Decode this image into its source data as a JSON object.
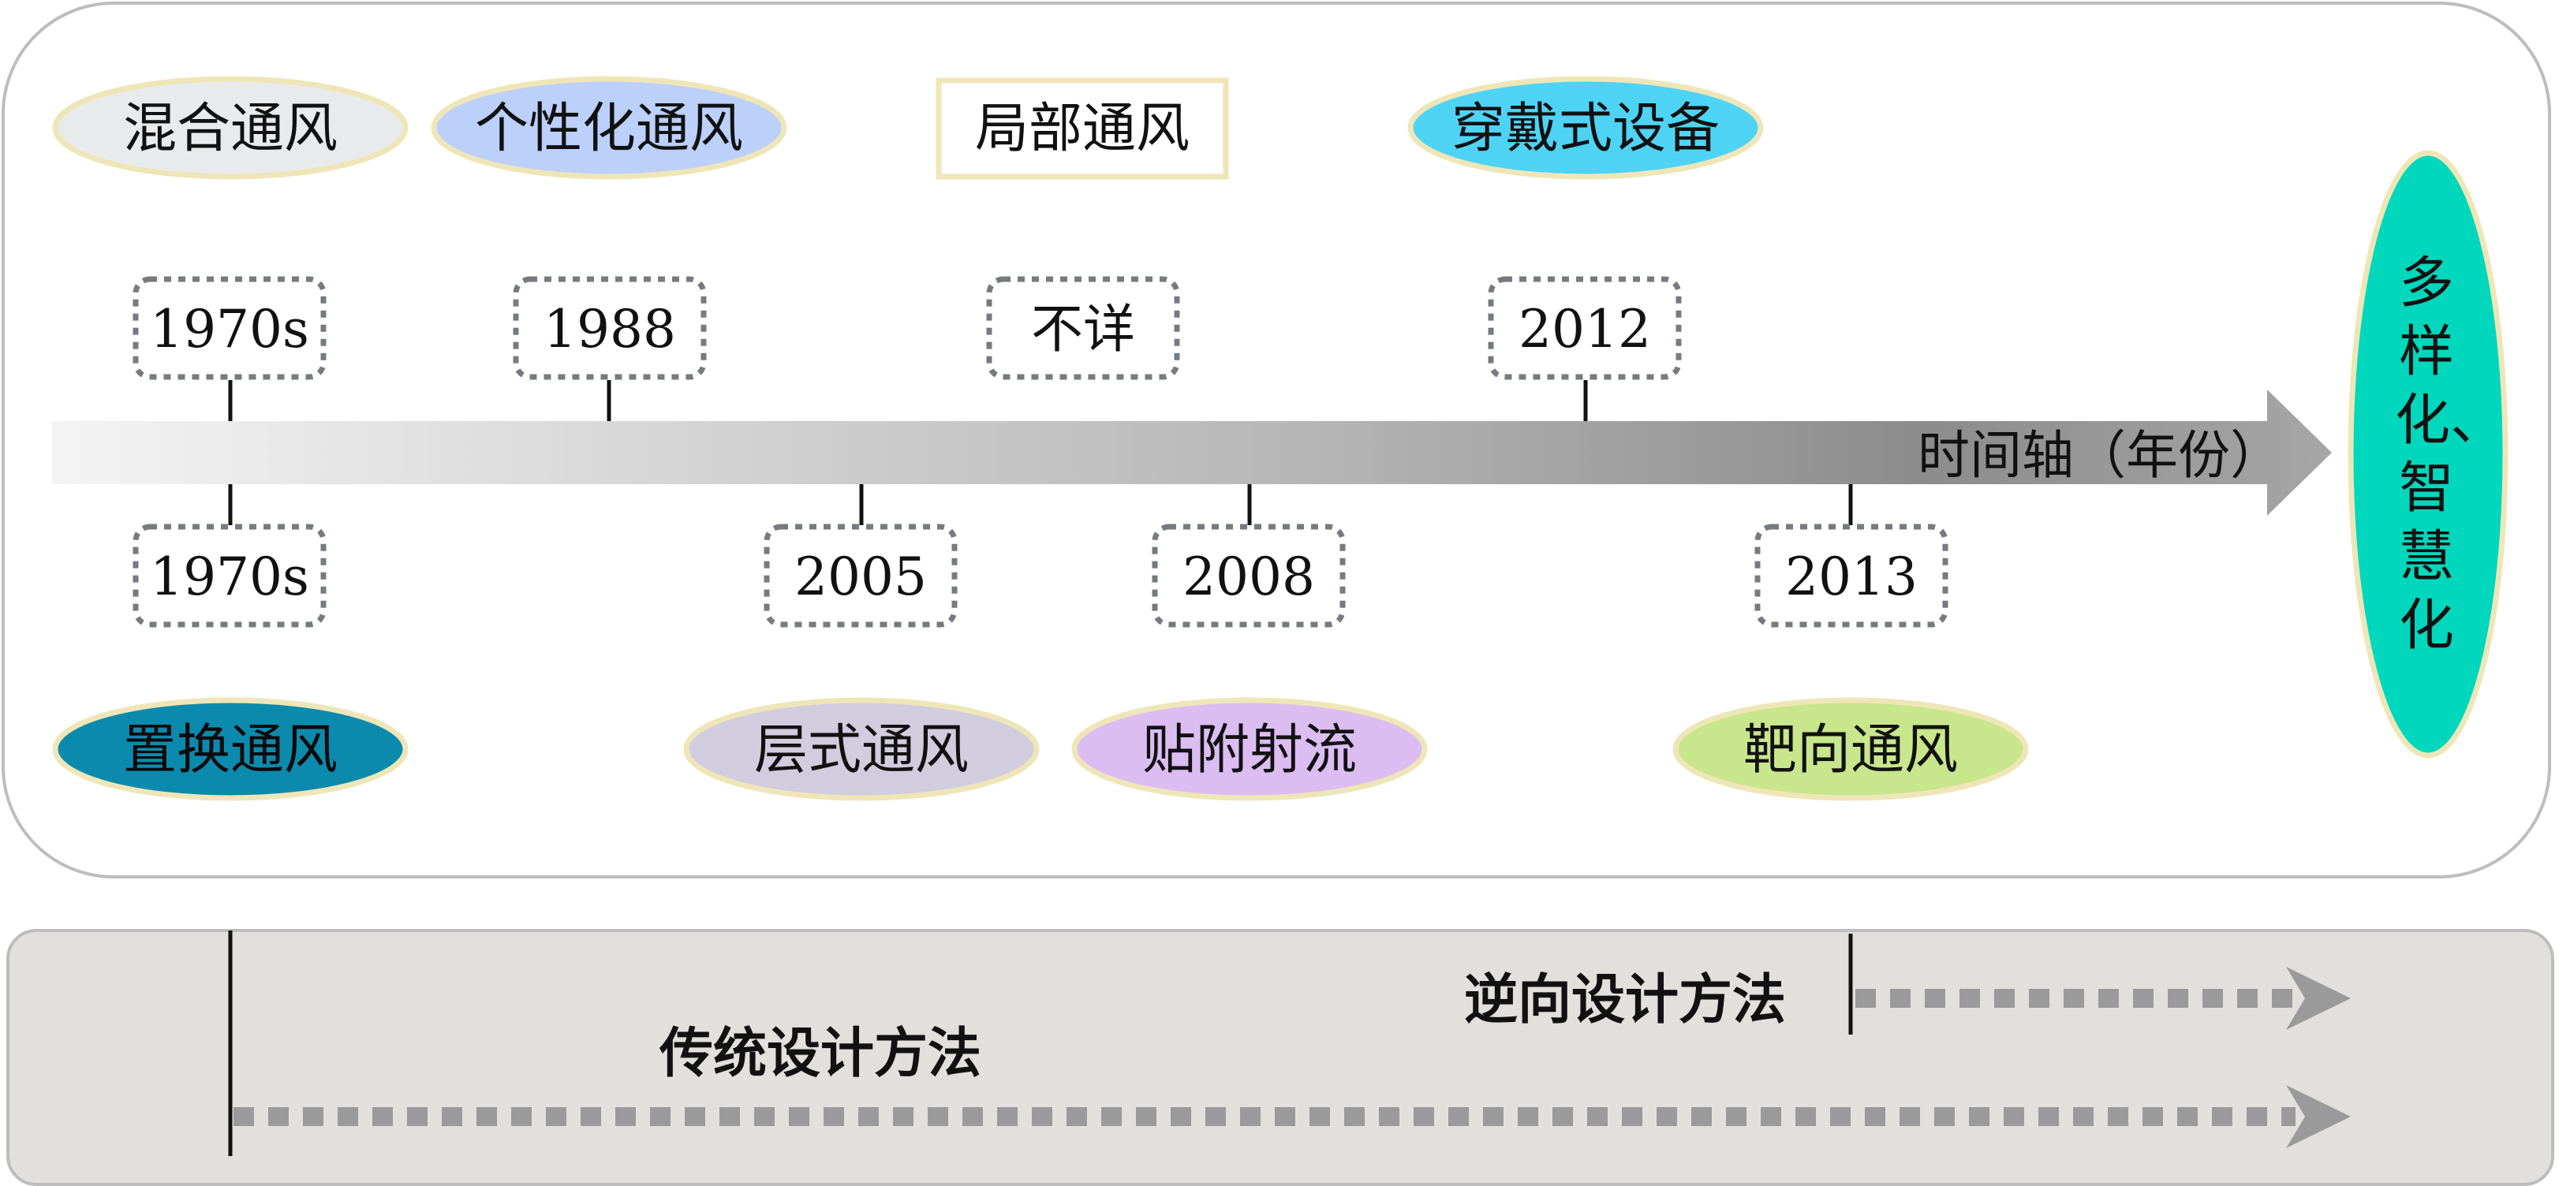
{
  "axis_label": "时间轴（年份）",
  "final_label": "多样化、智慧化",
  "top_events": [
    {
      "year": "1970s",
      "type": "混合通风",
      "shape": "ellipse",
      "fill": "#E9EAEC"
    },
    {
      "year": "1988",
      "type": "个性化通风",
      "shape": "ellipse",
      "fill": "#BBD0FA"
    },
    {
      "year": "不详",
      "type": "局部通风",
      "shape": "rect",
      "fill": "#FFFFFF"
    },
    {
      "year": "2012",
      "type": "穿戴式设备",
      "shape": "ellipse",
      "fill": "#4FD3F5"
    }
  ],
  "bottom_events": [
    {
      "year": "1970s",
      "type": "置换通风",
      "shape": "ellipse",
      "fill": "#0C8AAD"
    },
    {
      "year": "2005",
      "type": "层式通风",
      "shape": "ellipse",
      "fill": "#D2CCDF"
    },
    {
      "year": "2008",
      "type": "贴附射流",
      "shape": "ellipse",
      "fill": "#DBBDF2"
    },
    {
      "year": "2013",
      "type": "靶向通风",
      "shape": "ellipse",
      "fill": "#C8E68B"
    }
  ],
  "methods": [
    {
      "label": "逆向设计方法"
    },
    {
      "label": "传统设计方法"
    }
  ],
  "colors": {
    "final_fill": "#00D7BC",
    "outline": "#EFE6B8",
    "year_box_border": "#777B80",
    "method_band": "#E1E0DC",
    "dash": "#9A9A9A"
  }
}
